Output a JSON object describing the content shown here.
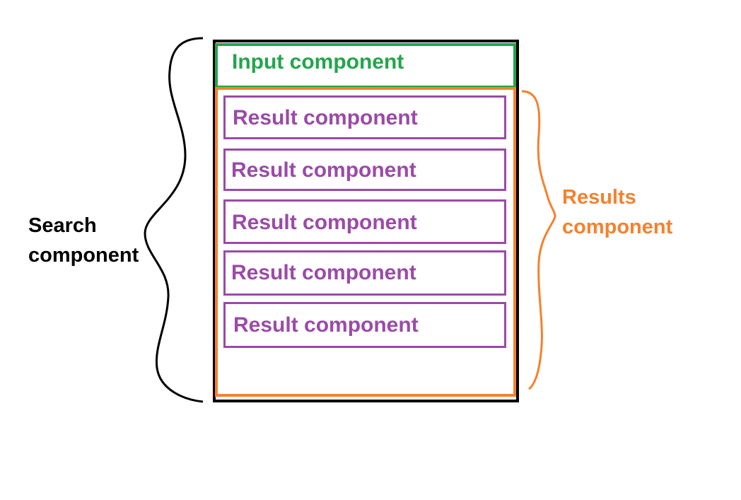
{
  "diagram": {
    "search_label_line1": "Search",
    "search_label_line2": "component",
    "input_label": "Input component",
    "results_label_line1": "Results",
    "results_label_line2": "component",
    "result_items": [
      {
        "label": "Result component"
      },
      {
        "label": "Result component"
      },
      {
        "label": "Result component"
      },
      {
        "label": "Result component"
      },
      {
        "label": "Result component"
      }
    ]
  },
  "colors": {
    "search": "#000000",
    "input": "#22a64a",
    "results": "#f5812e",
    "result": "#9b4aa8"
  }
}
